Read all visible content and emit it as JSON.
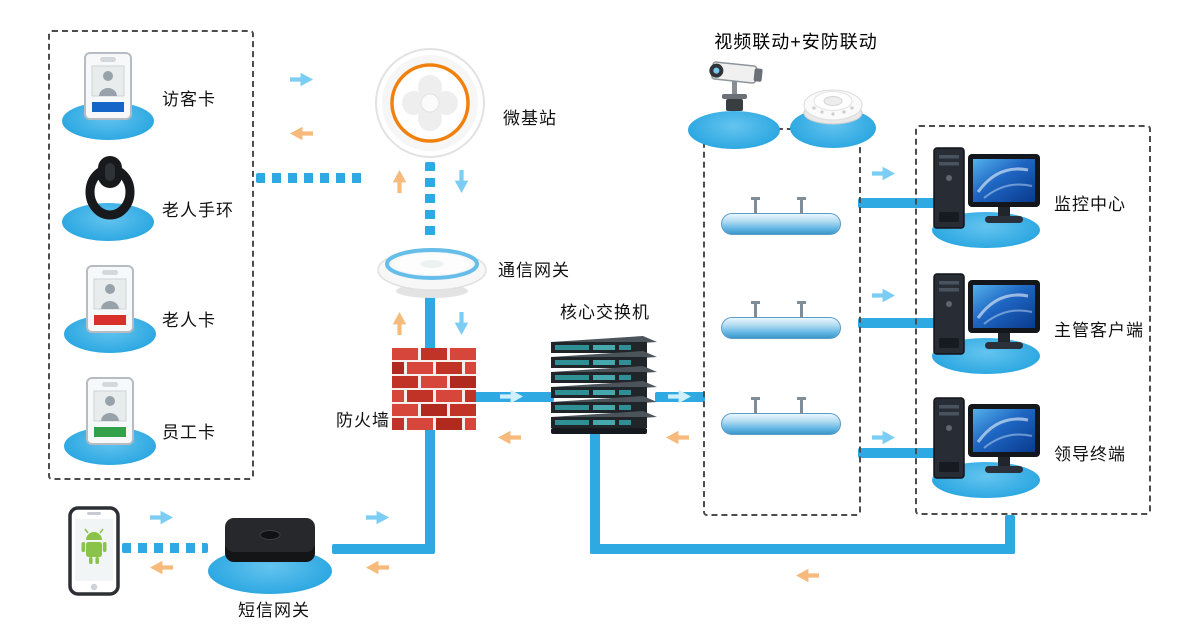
{
  "linkage_panel": {
    "title": "视频联动+安防联动",
    "camera_icon": "cctv-camera-icon",
    "smoke_detector_icon": "smoke-detector-icon",
    "bus_segment_count": 3
  },
  "left_panel": {
    "items": [
      {
        "label": "访客卡",
        "icon": "visitor-card-icon",
        "stripe_color": "#1565c8"
      },
      {
        "label": "老人手环",
        "icon": "elder-wristband-icon"
      },
      {
        "label": "老人卡",
        "icon": "elder-card-icon",
        "stripe_color": "#d8312b"
      },
      {
        "label": "员工卡",
        "icon": "staff-card-icon",
        "stripe_color": "#33a04a"
      }
    ]
  },
  "nodes": {
    "base_station": {
      "label": "微基站",
      "icon": "micro-base-station-icon"
    },
    "comm_gateway": {
      "label": "通信网关",
      "icon": "comm-gateway-icon"
    },
    "firewall": {
      "label": "防火墙",
      "icon": "firewall-icon"
    },
    "core_switch": {
      "label": "核心交换机",
      "icon": "core-switch-icon"
    },
    "sms_gateway": {
      "label": "短信网关",
      "icon": "sms-gateway-icon"
    },
    "phone": {
      "icon": "android-phone-icon"
    }
  },
  "clients_panel": {
    "items": [
      {
        "label": "监控中心",
        "icon": "workstation-icon"
      },
      {
        "label": "主管客户端",
        "icon": "workstation-icon"
      },
      {
        "label": "领导终端",
        "icon": "workstation-icon"
      }
    ]
  },
  "colors": {
    "link_blue": "#2fa9e2",
    "arrow_blue": "#7bcdf3",
    "arrow_orange": "#f7ba7d",
    "pad_blue": "#2fa9e2",
    "base_station_ring": "#f0810f",
    "firewall_red": "#c23327"
  }
}
